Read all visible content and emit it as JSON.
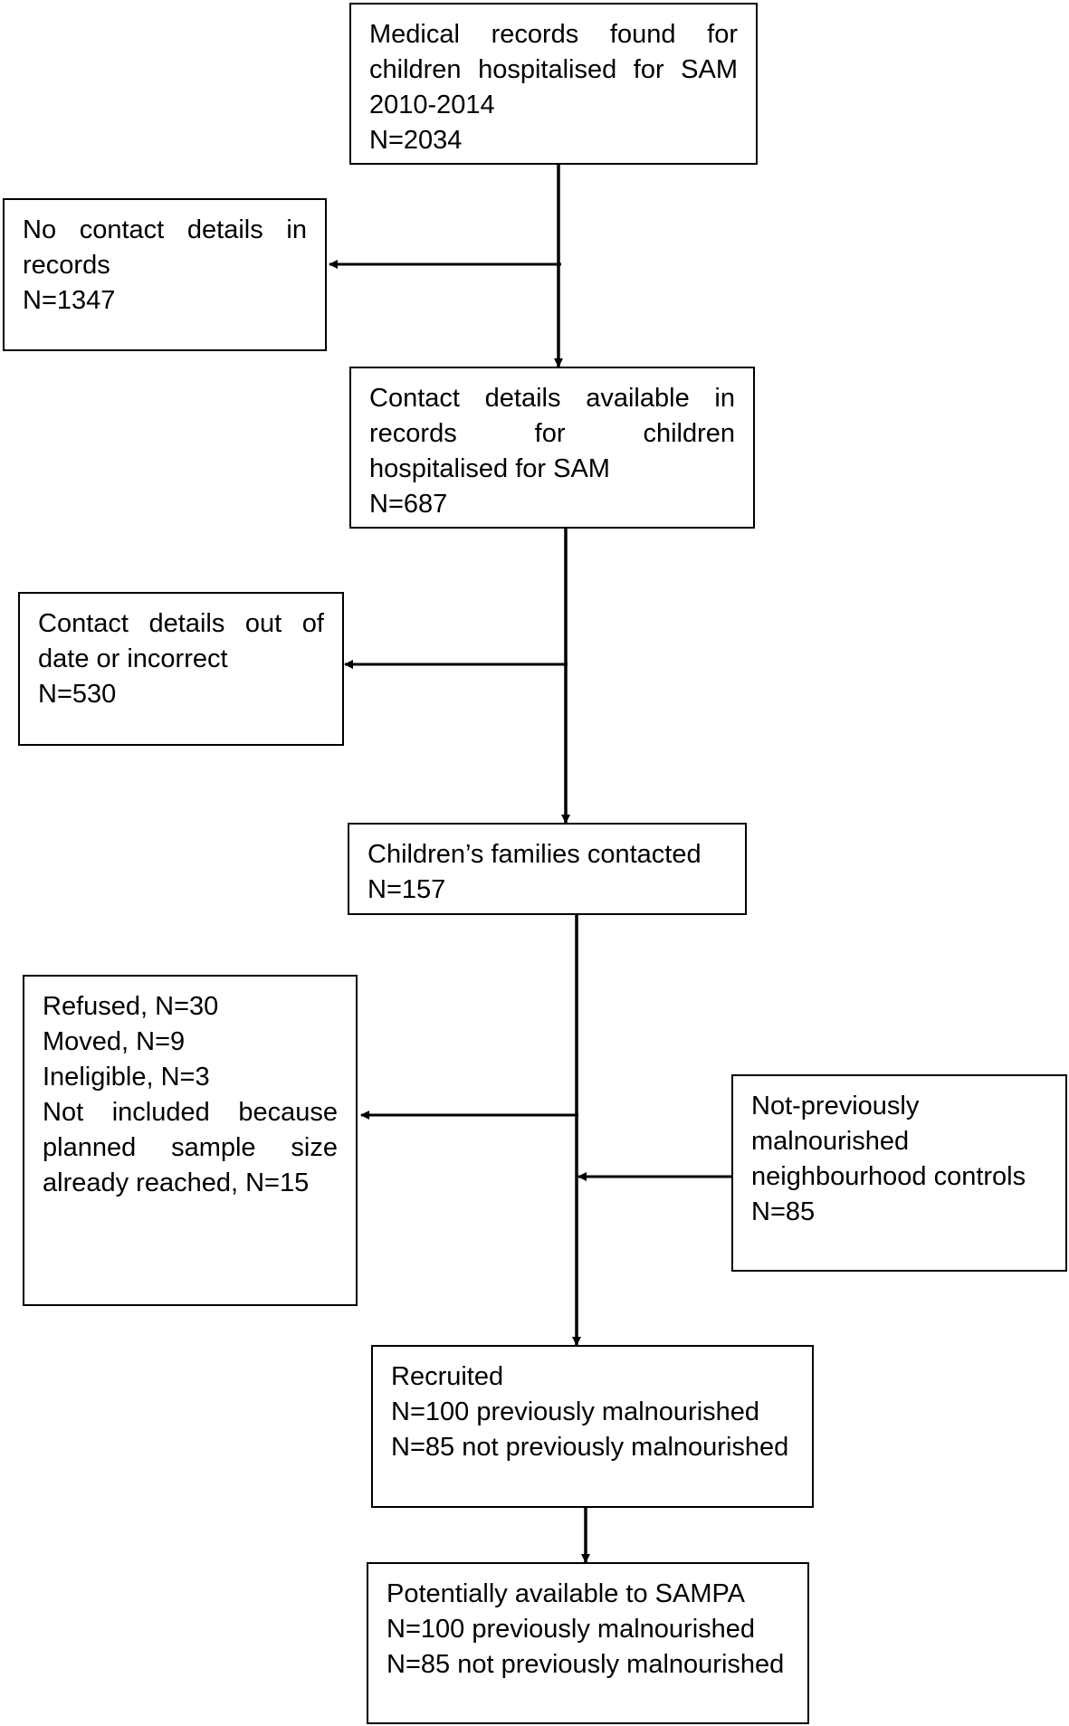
{
  "boxes": {
    "medical_records": {
      "lines": [
        "Medical records found for",
        "children hospitalised for SAM",
        "2010-2014",
        "N=2034"
      ]
    },
    "no_contact": {
      "lines": [
        "No contact details in",
        "records",
        "N=1347"
      ]
    },
    "contact_available": {
      "lines": [
        "Contact details available in",
        "records for children",
        "hospitalised for SAM",
        "N=687"
      ]
    },
    "out_of_date": {
      "lines": [
        "Contact details out of",
        "date or incorrect",
        "N=530"
      ]
    },
    "families_contacted": {
      "lines": [
        "Children’s families contacted",
        "N=157"
      ]
    },
    "excluded": {
      "lines": [
        "Refused, N=30",
        "Moved, N=9",
        "Ineligible, N=3",
        "Not included because",
        "planned sample size",
        "already reached, N=15"
      ]
    },
    "controls": {
      "lines": [
        "Not-previously",
        "malnourished",
        "neighbourhood controls",
        "N=85"
      ]
    },
    "recruited": {
      "lines": [
        "Recruited",
        "N=100 previously malnourished",
        "N=85 not previously malnourished"
      ]
    },
    "sampa": {
      "lines": [
        "Potentially available to SAMPA",
        "N=100 previously malnourished",
        "N=85 not previously malnourished"
      ]
    }
  }
}
